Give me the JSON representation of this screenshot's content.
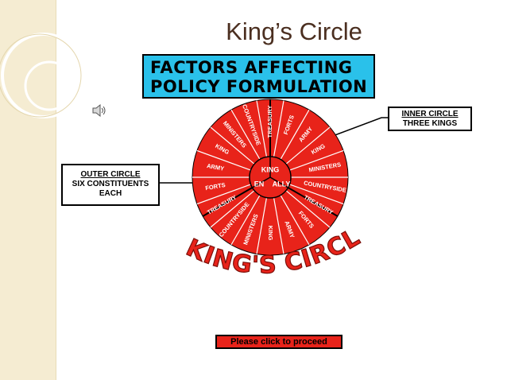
{
  "slide": {
    "title": "King’s Circle"
  },
  "title_box": {
    "line1": "FACTORS AFFECTING",
    "line2": "POLICY FORMULATION"
  },
  "inner_callout": {
    "line1": "INNER CIRCLE",
    "line2": "THREE KINGS"
  },
  "outer_callout": {
    "line1": "OUTER CIRCLE",
    "line2": "SIX CONSTITUENTS",
    "line3": "EACH"
  },
  "circle": {
    "center": {
      "top": "KING",
      "left": "EN",
      "right": "ALLY"
    },
    "segments": [
      "TREASURY",
      "FORTS",
      "ARMY",
      "KING",
      "MINISTERS",
      "COUNTRYSIDE",
      "TREASURY",
      "FORTS",
      "ARMY",
      "KING",
      "MINISTERS",
      "COUNTRYSIDE",
      "TREASURY",
      "FORTS",
      "ARMY",
      "KING",
      "MINISTERS",
      "COUNTRYSIDE"
    ],
    "arc_label": "KING'S CIRCLE",
    "colors": {
      "fill": "#e8231a",
      "stroke": "#ffffff",
      "arc_text": "#e8231a"
    }
  },
  "proceed_button": {
    "label": "Please click to proceed"
  },
  "speaker": {
    "icon": "speaker-icon"
  }
}
